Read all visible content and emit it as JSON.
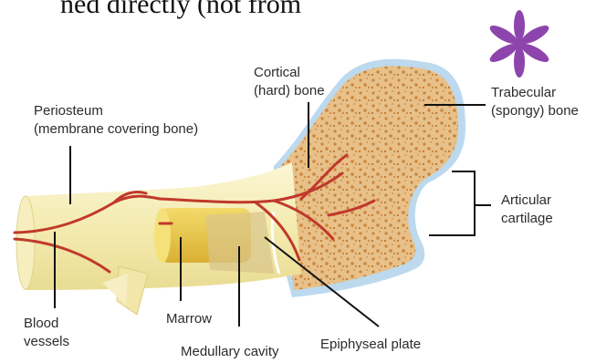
{
  "header_fragment": "ned directly (not from",
  "labels": {
    "periosteum": [
      "Periosteum",
      "(membrane covering bone)"
    ],
    "cortical": [
      "Cortical",
      "(hard) bone"
    ],
    "trabecular": [
      "Trabecular",
      "(spongy) bone"
    ],
    "articular": [
      "Articular",
      "cartilage"
    ],
    "blood_vessels": [
      "Blood",
      "vessels"
    ],
    "marrow": "Marrow",
    "medullary": "Medullary cavity",
    "epiphyseal": "Epiphyseal plate"
  },
  "colors": {
    "asterisk": "#8e44ad",
    "blood": "#c0392b",
    "spongy": "#e8c089",
    "shaft": "#f7efb5",
    "cartilage": "#bcd9ee",
    "marrow": "#e9c84a"
  }
}
